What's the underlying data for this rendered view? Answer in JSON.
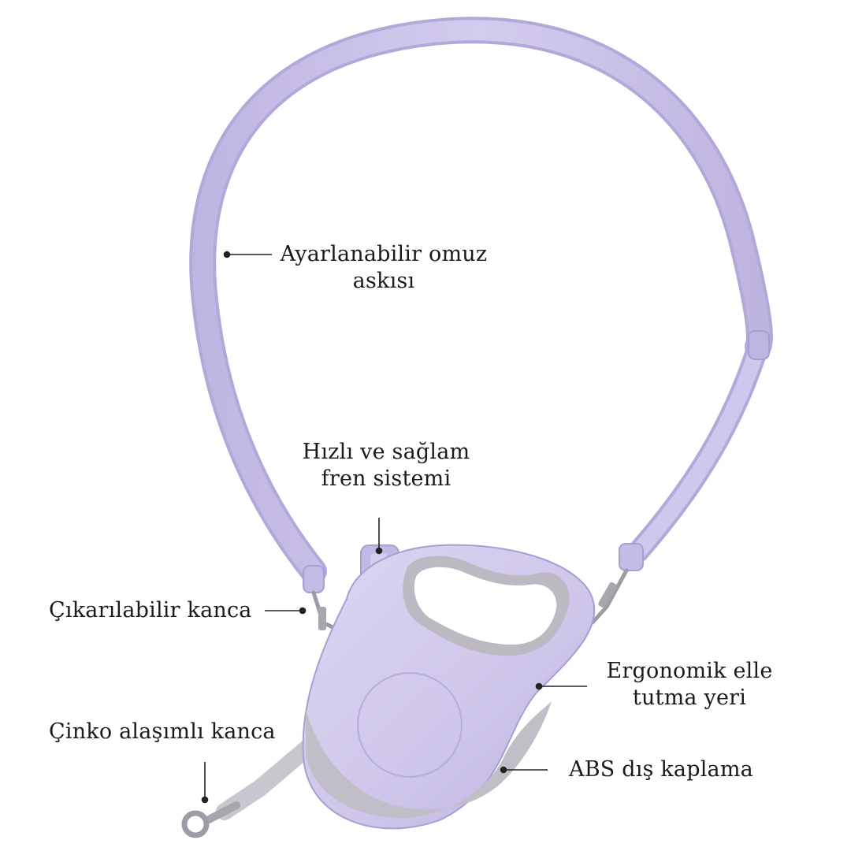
{
  "colors": {
    "body": "#cfc6ea",
    "body_shade": "#b8addc",
    "grip": "#bdb9c2",
    "strap": "#c9c0e6",
    "strap_edge": "#a99dd2",
    "metal": "#a6a6ac",
    "text": "#1a1a1a",
    "leader": "#222222"
  },
  "callouts": {
    "strap": {
      "line1": "Ayarlanabilir omuz",
      "line2": "askısı"
    },
    "brake": {
      "line1": "Hızlı ve sağlam",
      "line2": "fren sistemi"
    },
    "detachable_hook": {
      "line1": "Çıkarılabilir kanca"
    },
    "ergonomic": {
      "line1": "Ergonomik elle",
      "line2": "tutma yeri"
    },
    "zinc_hook": {
      "line1": "Çinko alaşımlı kanca"
    },
    "abs": {
      "line1": "ABS dış kaplama"
    }
  },
  "icons": {
    "product": "retractable-leash-image"
  }
}
